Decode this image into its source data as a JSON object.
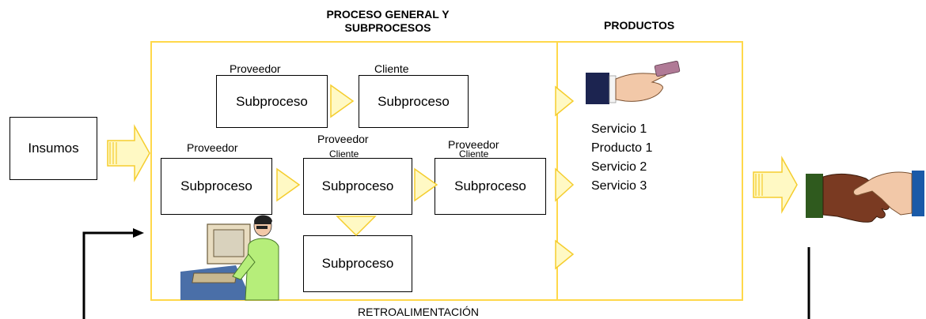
{
  "headings": {
    "process": "PROCESO GENERAL Y SUBPROCESOS",
    "products": "PRODUCTOS"
  },
  "inputs": {
    "label": "Insumos"
  },
  "subprocesses": {
    "top_left": {
      "label": "Subproceso",
      "role": "Proveedor"
    },
    "top_right": {
      "label": "Subproceso",
      "role": "Cliente"
    },
    "mid_left": {
      "label": "Subproceso",
      "role": "Proveedor"
    },
    "mid_center": {
      "label": "Subproceso",
      "role_top": "Proveedor",
      "role_bottom": "Cliente"
    },
    "mid_right": {
      "label": "Subproceso",
      "role_top": "Proveedor",
      "role_bottom": "Cliente"
    },
    "bottom": {
      "label": "Subproceso"
    }
  },
  "products": [
    "Servicio 1",
    "Producto 1",
    "Servicio 2",
    "Servicio 3"
  ],
  "feedback": {
    "label": "RETROALIMENTACIÓN"
  },
  "colors": {
    "frame": "#ffd84a",
    "arrow_fill": "#fff9c4",
    "arrow_stroke": "#f5cd2e"
  },
  "icons": [
    "hand-with-card-icon",
    "person-at-computer-icon",
    "handshake-icon"
  ]
}
